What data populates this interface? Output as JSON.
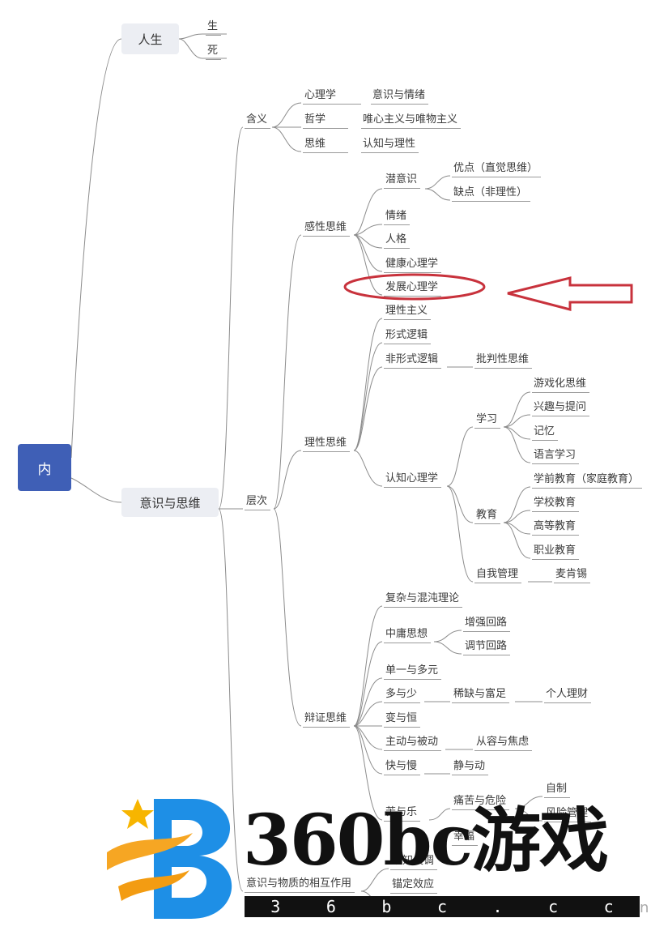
{
  "root": "内",
  "life": {
    "title": "人生",
    "birth": "生",
    "death": "死"
  },
  "mind": {
    "title": "意识与思维",
    "meaning": {
      "title": "含义",
      "psych": "心理学",
      "psych_leaf": "意识与情绪",
      "phil": "哲学",
      "phil_leaf": "唯心主义与唯物主义",
      "think": "思维",
      "think_leaf": "认知与理性"
    },
    "levels": {
      "title": "层次",
      "perceptual": {
        "title": "感性思维",
        "subconscious": "潜意识",
        "merit": "优点（直觉思维）",
        "flaw": "缺点（非理性）",
        "emotion": "情绪",
        "personality": "人格",
        "health_psych": "健康心理学",
        "dev_psych": "发展心理学"
      },
      "rational": {
        "title": "理性思维",
        "rationalism": "理性主义",
        "formal_logic": "形式逻辑",
        "informal_logic": "非形式逻辑",
        "critical": "批判性思维",
        "cognitive": "认知心理学",
        "learning": "学习",
        "gamified": "游戏化思维",
        "interest": "兴趣与提问",
        "memory": "记忆",
        "language": "语言学习",
        "education": "教育",
        "preschool": "学前教育（家庭教育）",
        "school": "学校教育",
        "higher": "高等教育",
        "vocational": "职业教育",
        "self_mgmt": "自我管理",
        "mcken": "麦肯锡"
      },
      "dialectical": {
        "title": "辩证思维",
        "chaos": "复杂与混沌理论",
        "moderate": "中庸思想",
        "reinforce": "增强回路",
        "regulate": "调节回路",
        "single_multi": "单一与多元",
        "more_less": "多与少",
        "scarcity": "稀缺与富足",
        "finance": "个人理财",
        "change": "变与恒",
        "active": "主动与被动",
        "calm": "从容与焦虑",
        "fast_slow": "快与慢",
        "still_move": "静与动",
        "joy_partial": "苦与乐",
        "pain_risk": "痛苦与危险",
        "self_control": "自制",
        "risk_mgmt": "风险管理",
        "happy_partial": "幸福",
        "know_partial": "认知失调"
      },
      "interaction": "意识与物质的相互作用",
      "anchor": "锚定效应"
    }
  },
  "annotation": {
    "ellipse_color": "#c8323c",
    "arrow_color": "#c8323c"
  },
  "watermark": {
    "brand": "360bc游戏",
    "domain_chars": [
      "3",
      "6",
      "b",
      "c",
      ".",
      "c",
      "c"
    ],
    "tail": "n"
  },
  "colors": {
    "root": "#3f5fb6",
    "line": "#8c8c8c",
    "box": "#eceef3"
  }
}
